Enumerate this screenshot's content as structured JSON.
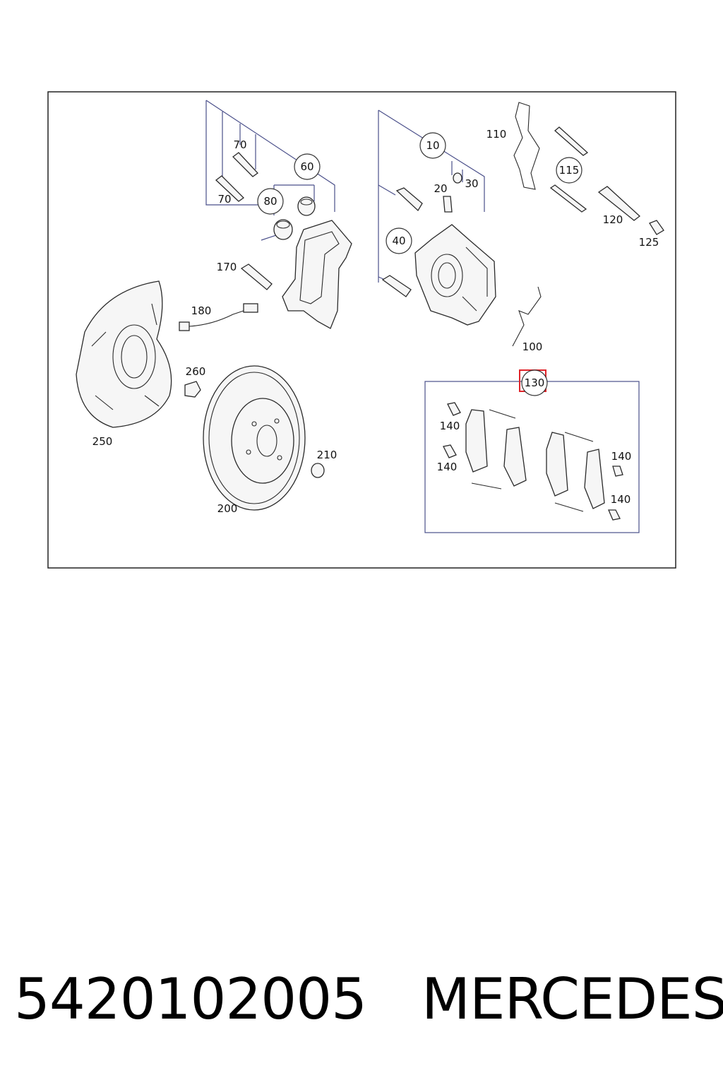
{
  "callouts": {
    "c10": "10",
    "c20": "20",
    "c30": "30",
    "c40": "40",
    "c60": "60",
    "c70a": "70",
    "c70b": "70",
    "c80": "80",
    "c100": "100",
    "c110": "110",
    "c115": "115",
    "c120": "120",
    "c125": "125",
    "c130": "130",
    "c140a": "140",
    "c140b": "140",
    "c140c": "140",
    "c140d": "140",
    "c170": "170",
    "c180": "180",
    "c200": "200",
    "c210": "210",
    "c250": "250",
    "c260": "260"
  },
  "caption": {
    "part_number": "5420102005",
    "brand": "MERCEDES"
  },
  "colors": {
    "frame": "#222222",
    "leader": "#4a4f8a",
    "highlight": "#e0242a"
  }
}
